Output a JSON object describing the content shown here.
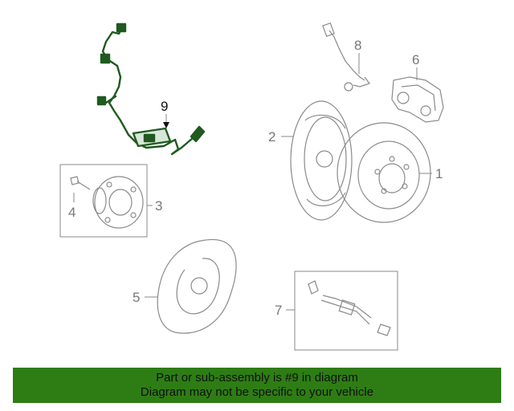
{
  "callouts": {
    "c1": "1",
    "c2": "2",
    "c3": "3",
    "c4": "4",
    "c5": "5",
    "c6": "6",
    "c7": "7",
    "c8": "8",
    "c9": "9"
  },
  "highlight_color": "#1f5a1f",
  "banner": {
    "line1": "Part or sub-assembly is #9 in diagram",
    "line2": "Diagram may not be specific to your vehicle",
    "background": "#2e7d14"
  }
}
